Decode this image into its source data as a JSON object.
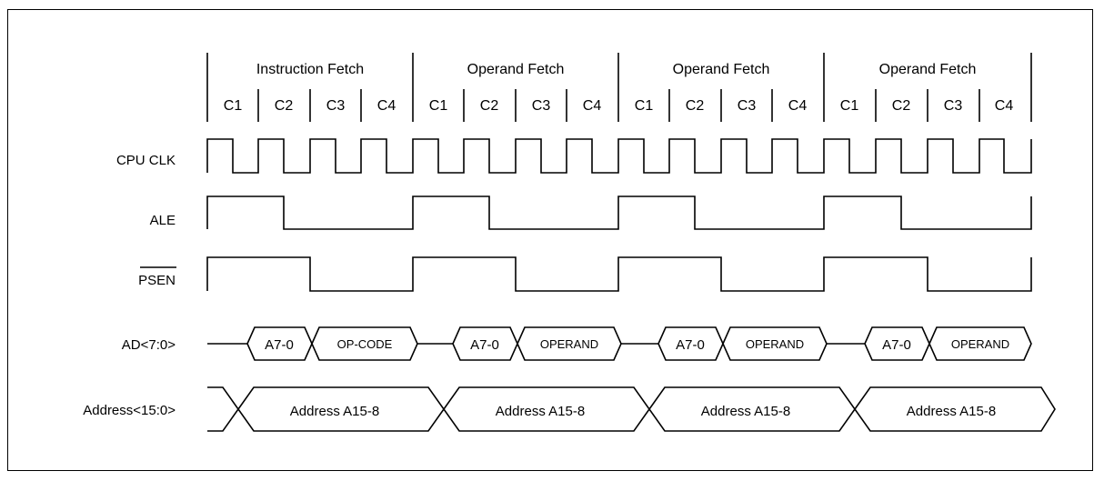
{
  "phases": [
    "Instruction Fetch",
    "Operand Fetch",
    "Operand Fetch",
    "Operand Fetch"
  ],
  "cycles": [
    "C1",
    "C2",
    "C3",
    "C4"
  ],
  "signals": {
    "cpu_clk": "CPU CLK",
    "ale": "ALE",
    "psen": "PSEN",
    "ad": "AD<7:0>",
    "address": "Address<15:0>"
  },
  "ad_bus": [
    {
      "addr": "A7-0",
      "data": "OP-CODE"
    },
    {
      "addr": "A7-0",
      "data": "OPERAND"
    },
    {
      "addr": "A7-0",
      "data": "OPERAND"
    },
    {
      "addr": "A7-0",
      "data": "OPERAND"
    }
  ],
  "address_bus": [
    "Address A15-8",
    "Address A15-8",
    "Address A15-8",
    "Address A15-8"
  ]
}
